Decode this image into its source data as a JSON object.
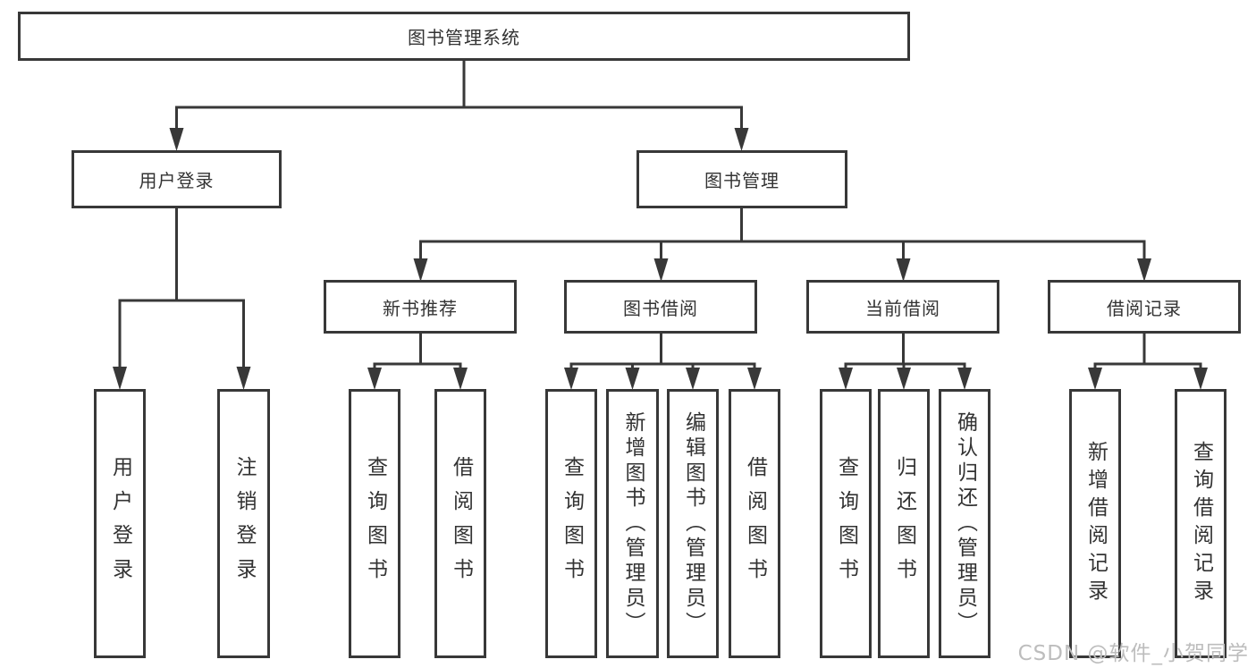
{
  "diagram": {
    "root": {
      "label": "图书管理系统"
    },
    "level2": [
      {
        "label": "用户登录"
      },
      {
        "label": "图书管理"
      }
    ],
    "level3": [
      {
        "label": "新书推荐"
      },
      {
        "label": "图书借阅"
      },
      {
        "label": "当前借阅"
      },
      {
        "label": "借阅记录"
      }
    ],
    "leaves": {
      "user_login": [
        "用户登录",
        "注销登录"
      ],
      "new_book": [
        "查询图书",
        "借阅图书"
      ],
      "book_borrow": [
        "查询图书",
        "新增图书（管理员）",
        "编辑图书（管理员）",
        "借阅图书"
      ],
      "current_borrow": [
        "查询图书",
        "归还图书",
        "确认归还（管理员）"
      ],
      "borrow_records": [
        "新增借阅记录",
        "查询借阅记录"
      ]
    }
  },
  "watermark": {
    "text": "CSDN @软件_小贺同学"
  },
  "colors": {
    "line": "#383838",
    "border": "#383838",
    "text": "#333333",
    "background": "#ffffff",
    "watermark": "#bdbdbd"
  }
}
